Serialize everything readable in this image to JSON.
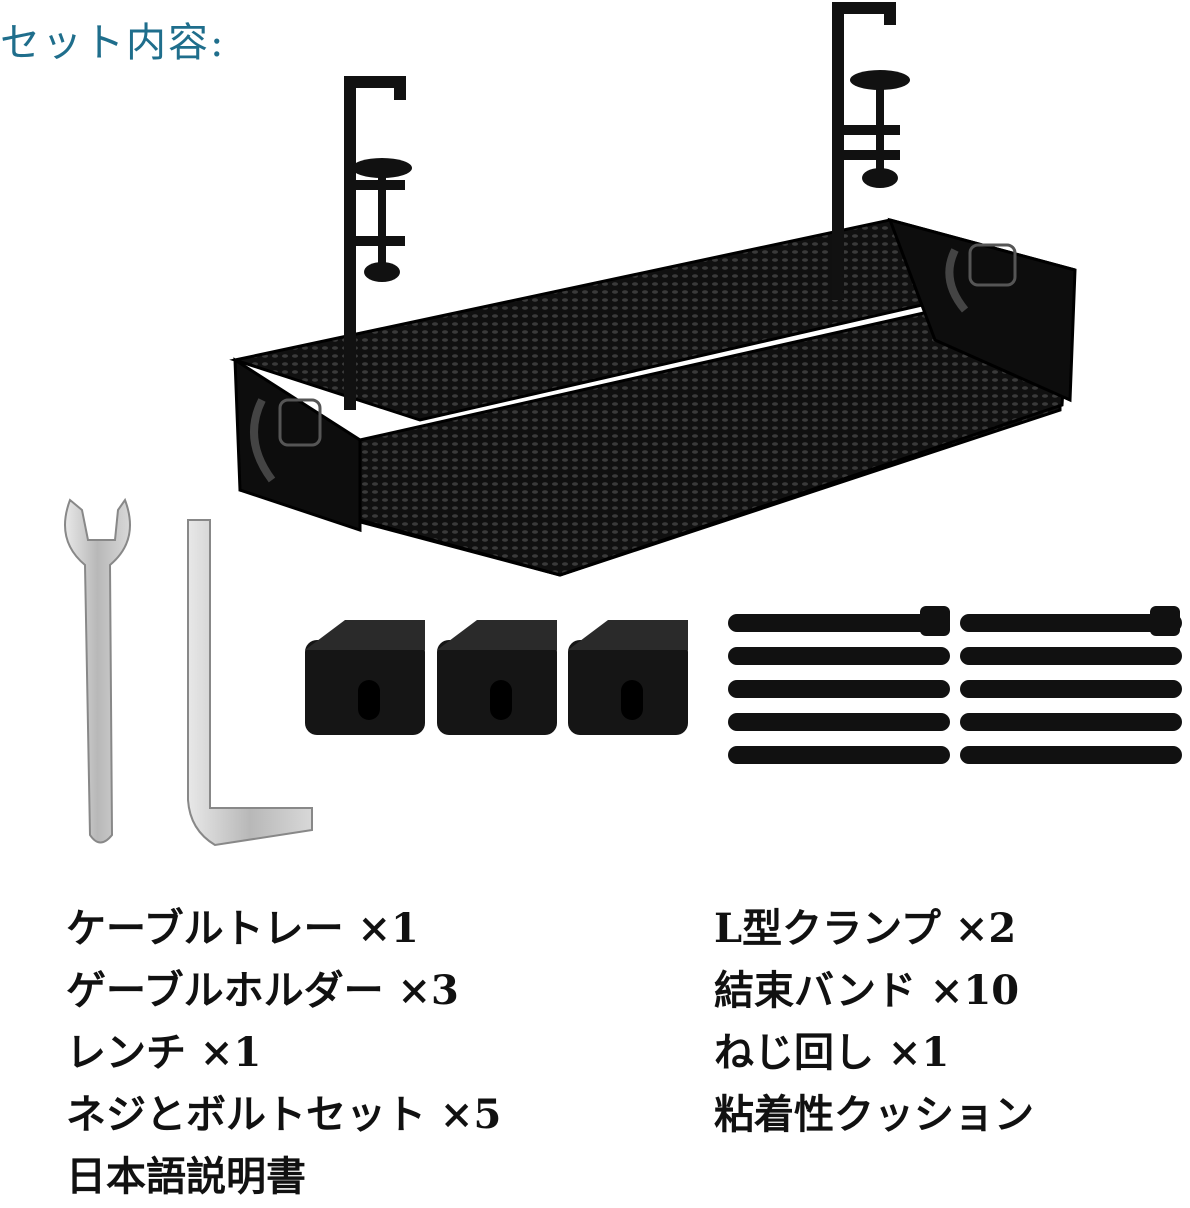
{
  "title": "セット内容:",
  "items_left": [
    "ケーブルトレー ×1",
    "ゲーブルホルダー ×3",
    "レンチ ×1",
    "ネジとボルトセット ×5",
    "日本語説明書"
  ],
  "items_right": [
    "L型クランプ ×2",
    "結束バンド ×10",
    "ねじ回し ×1",
    "粘着性クッション"
  ],
  "colors": {
    "title": "#1f6e8c",
    "text": "#111111",
    "metal": "#111111",
    "steel": "#c8c8c8"
  }
}
